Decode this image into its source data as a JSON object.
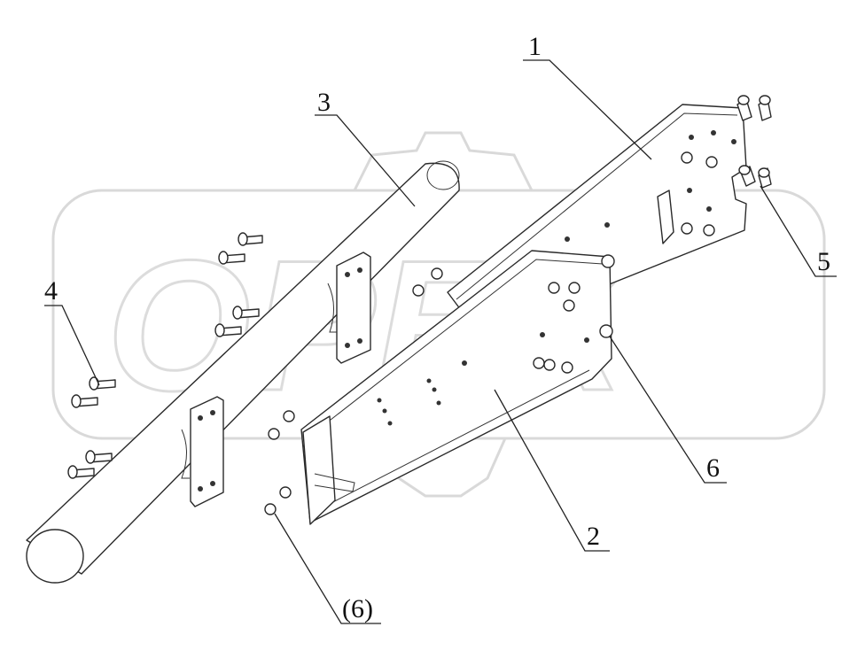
{
  "watermark": {
    "text": "OPEX"
  },
  "callouts": {
    "c1": "1",
    "c2": "2",
    "c3": "3",
    "c4": "4",
    "c5": "5",
    "c6": "6",
    "c6_paren": "(6)"
  }
}
